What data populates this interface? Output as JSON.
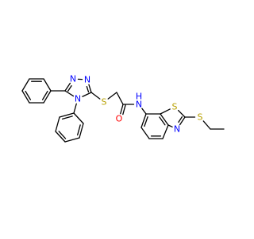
{
  "molecule": {
    "atom_labels": [
      {
        "id": "n-triazole-1",
        "text": "N",
        "color": "#0000ff"
      },
      {
        "id": "n-triazole-2",
        "text": "N",
        "color": "#0000ff"
      },
      {
        "id": "n-triazole-4",
        "text": "N",
        "color": "#0000ff"
      },
      {
        "id": "s-thioether",
        "text": "S",
        "color": "#b8a000"
      },
      {
        "id": "o-carbonyl",
        "text": "O",
        "color": "#ff0000"
      },
      {
        "id": "n-amide",
        "text": "N",
        "color": "#0000ff"
      },
      {
        "id": "h-amide",
        "text": "H",
        "color": "#0000ff"
      },
      {
        "id": "s-thiazole",
        "text": "S",
        "color": "#b8a000"
      },
      {
        "id": "n-thiazole",
        "text": "N",
        "color": "#0000ff"
      },
      {
        "id": "s-ethylthio",
        "text": "S",
        "color": "#b8a000"
      }
    ]
  }
}
